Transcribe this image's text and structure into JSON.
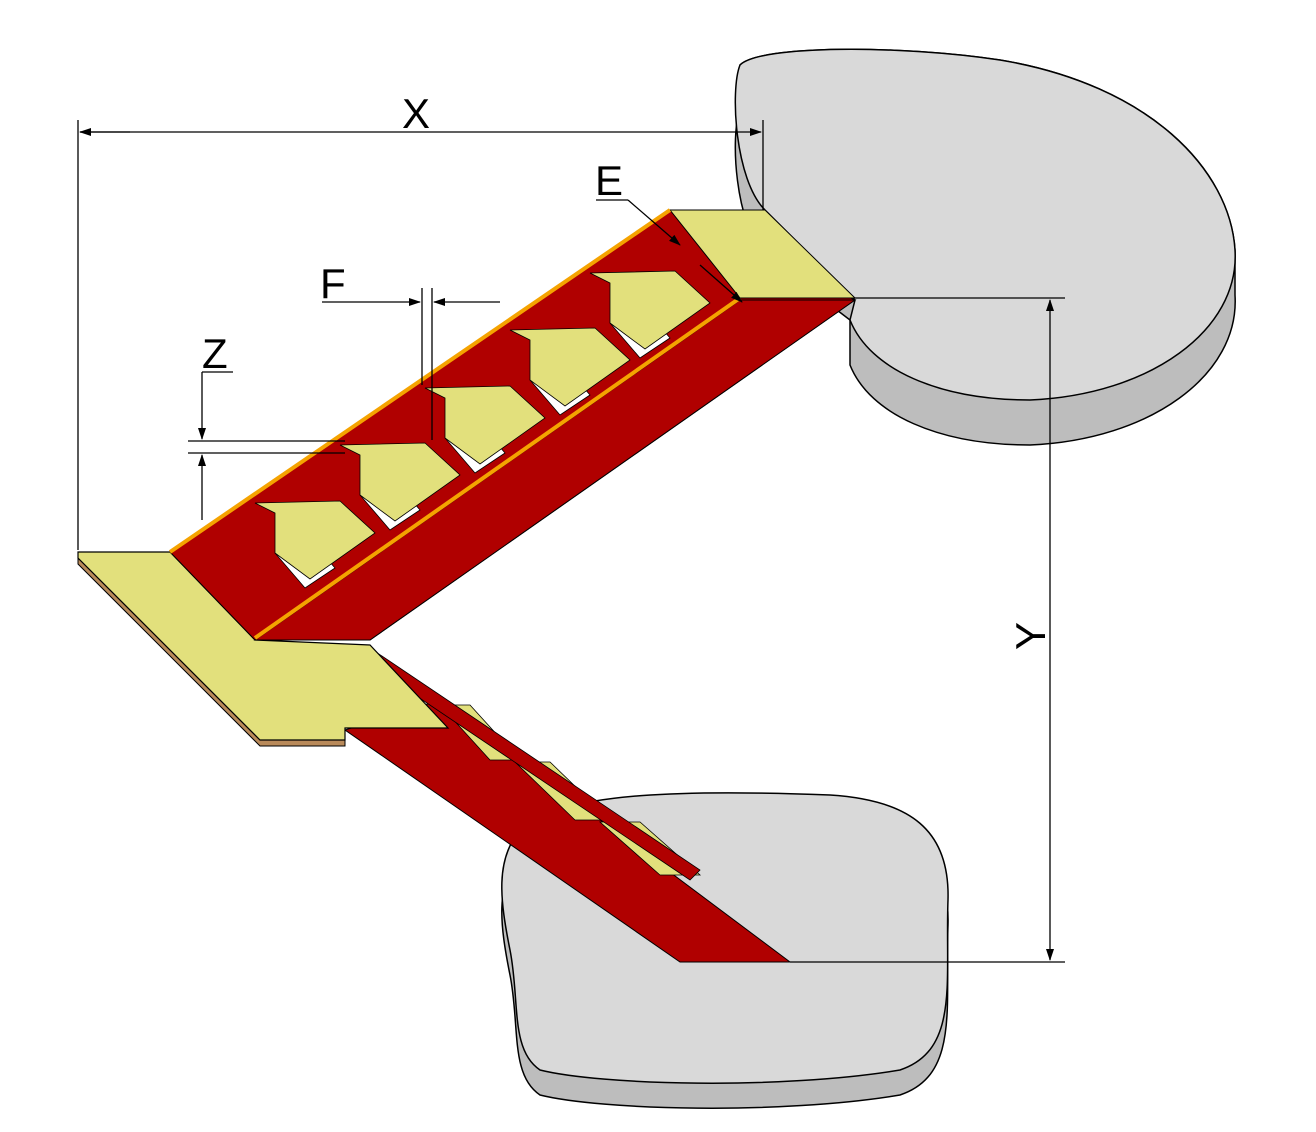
{
  "labels": {
    "x": "X",
    "y": "Y",
    "e": "E",
    "f": "F",
    "z": "Z"
  },
  "colors": {
    "stringer": "#b00000",
    "tread": "#e2e07c",
    "edge": "#f5a300",
    "landing_edge": "#b98a5a",
    "floor": "#d9d9d9",
    "floor_shadow": "#b8b8b8"
  }
}
